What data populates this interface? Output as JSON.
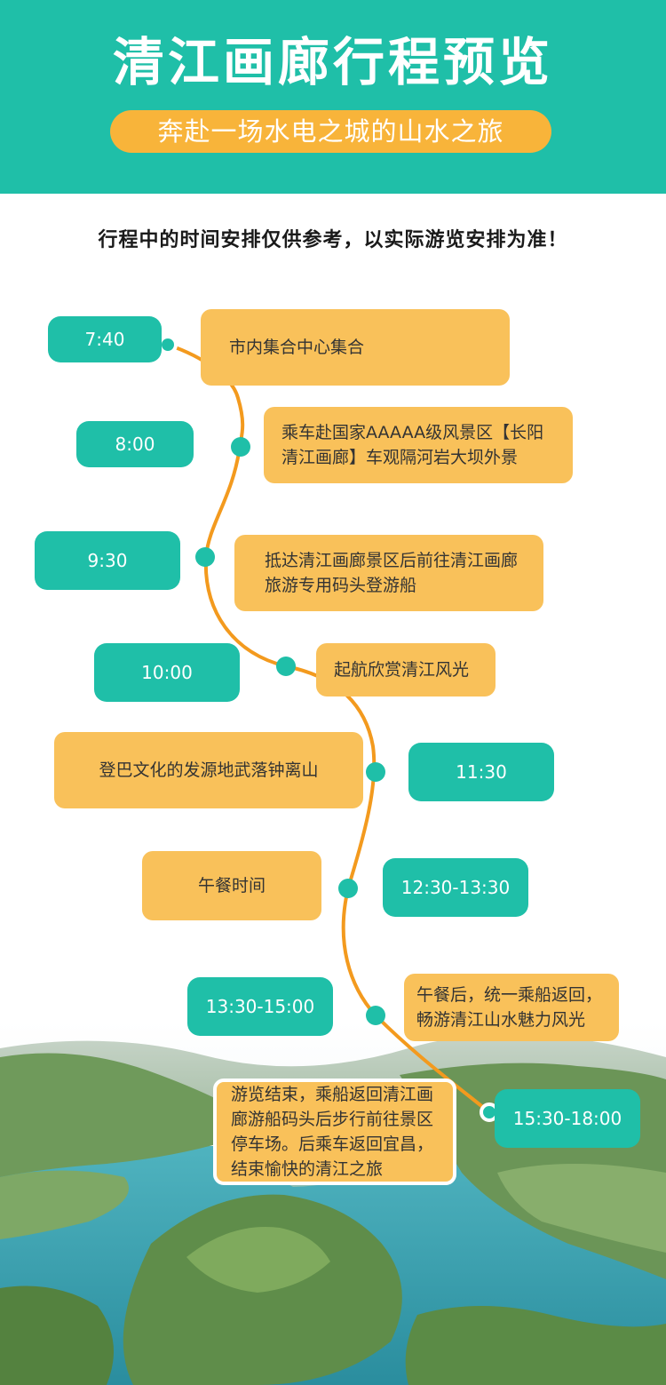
{
  "header": {
    "title": "清江画廊行程预览",
    "subtitle": "奔赴一场水电之城的山水之旅"
  },
  "notice": "行程中的时间安排仅供参考，以实际游览安排为准！",
  "colors": {
    "teal": "#1fbfa8",
    "orange": "#f8b43a",
    "event_fill": "#f9c15a",
    "route_line": "#f39a1e"
  },
  "itinerary": [
    {
      "time": "7:40",
      "event": "市内集合中心集合"
    },
    {
      "time": "8:00",
      "event": "乘车赴国家AAAAA级风景区【长阳清江画廊】车观隔河岩大坝外景"
    },
    {
      "time": "9:30",
      "event": "抵达清江画廊景区后前往清江画廊旅游专用码头登游船"
    },
    {
      "time": "10:00",
      "event": "起航欣赏清江风光"
    },
    {
      "time": "11:30",
      "event": "登巴文化的发源地武落钟离山"
    },
    {
      "time": "12:30-13:30",
      "event": "午餐时间"
    },
    {
      "time": "13:30-15:00",
      "event": "午餐后，统一乘船返回，畅游清江山水魅力风光"
    },
    {
      "time": "15:30-18:00",
      "event": "游览结束，乘船返回清江画廊游船码头后步行前往景区停车场。后乘车返回宜昌，结束愉快的清江之旅"
    }
  ]
}
